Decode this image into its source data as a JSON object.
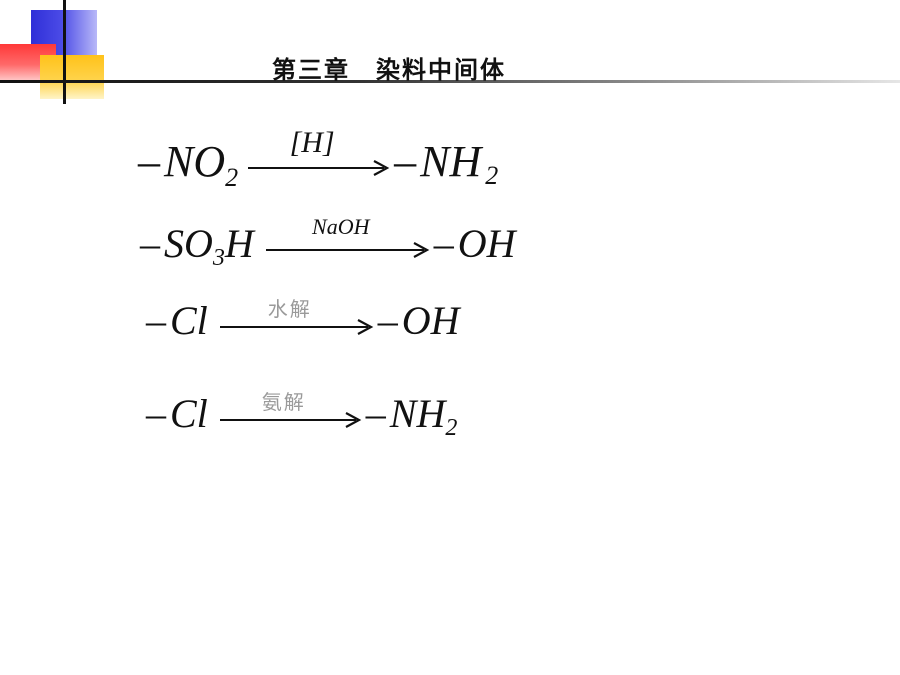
{
  "slide": {
    "title": "第三章　染料中间体"
  },
  "reactions": [
    {
      "reactant": "NO",
      "reactant_sub": "2",
      "reactant_tail": "",
      "condition": "[H]",
      "product": "NH",
      "product_sub": "2"
    },
    {
      "reactant": "SO",
      "reactant_sub": "3",
      "reactant_tail": "H",
      "condition": "NaOH",
      "product": "OH",
      "product_sub": ""
    },
    {
      "reactant": "Cl",
      "reactant_sub": "",
      "reactant_tail": "",
      "condition": "水解",
      "product": "OH",
      "product_sub": ""
    },
    {
      "reactant": "Cl",
      "reactant_sub": "",
      "reactant_tail": "",
      "condition": "氨解",
      "product": "NH",
      "product_sub": "2"
    }
  ]
}
